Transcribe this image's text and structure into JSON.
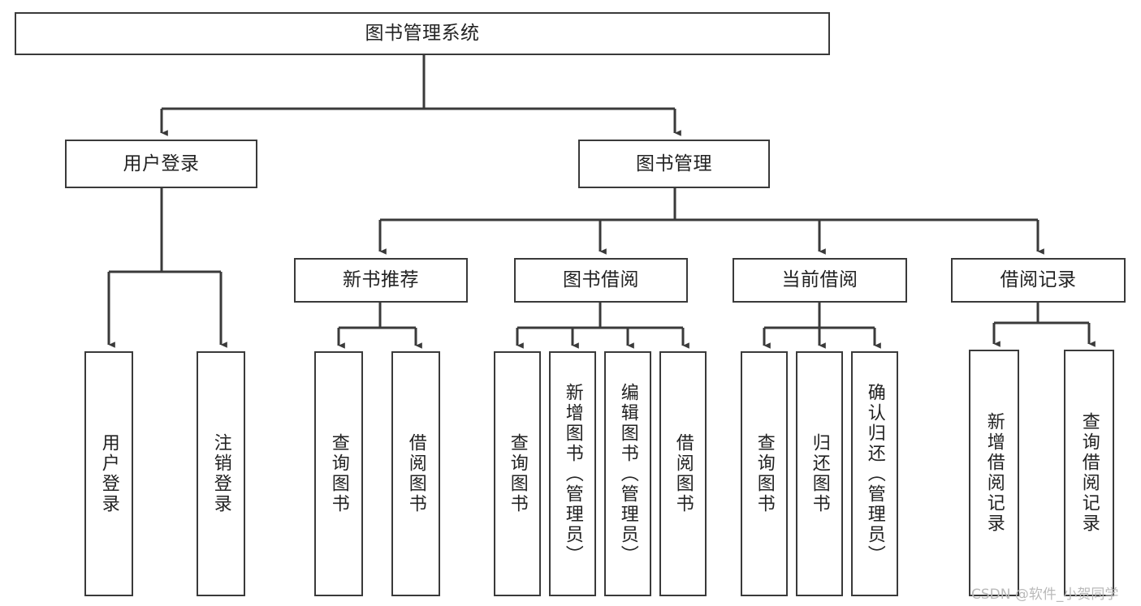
{
  "diagram": {
    "type": "hierarchy-tree",
    "title": "图书管理系统",
    "watermark": "CSDN @软件_小贺同学",
    "colors": {
      "box_border": "#3a3a3a",
      "box_fill": "#ffffff",
      "connector": "#3a3a3a",
      "text": "#222222",
      "watermark": "#b9b9b9",
      "background": "#ffffff"
    },
    "levels": {
      "root": "图书管理系统",
      "level2": [
        "用户登录",
        "图书管理"
      ],
      "level3": [
        "新书推荐",
        "图书借阅",
        "当前借阅",
        "借阅记录"
      ]
    },
    "nodes": {
      "root": {
        "label": "图书管理系统"
      },
      "user_login": {
        "label": "用户登录"
      },
      "book_manage": {
        "label": "图书管理"
      },
      "new_book_rec": {
        "label": "新书推荐"
      },
      "book_borrow": {
        "label": "图书借阅"
      },
      "current_borrow": {
        "label": "当前借阅"
      },
      "borrow_record": {
        "label": "借阅记录"
      },
      "leaf_user_login": {
        "label": "用户登录"
      },
      "leaf_logout": {
        "label": "注销登录"
      },
      "leaf_query_book_1": {
        "label": "查询图书"
      },
      "leaf_borrow_book_1": {
        "label": "借阅图书"
      },
      "leaf_query_book_2": {
        "label": "查询图书"
      },
      "leaf_add_book_admin": {
        "label": "新增图书（管理员）"
      },
      "leaf_edit_book_admin": {
        "label": "编辑图书（管理员）"
      },
      "leaf_borrow_book_2": {
        "label": "借阅图书"
      },
      "leaf_query_book_3": {
        "label": "查询图书"
      },
      "leaf_return_book": {
        "label": "归还图书"
      },
      "leaf_confirm_return_admin": {
        "label": "确认归还（管理员）"
      },
      "leaf_add_record": {
        "label": "新增借阅记录"
      },
      "leaf_query_record": {
        "label": "查询借阅记录"
      }
    },
    "tree": [
      {
        "label": "图书管理系统",
        "children": [
          {
            "label": "用户登录",
            "children": [
              {
                "label": "用户登录"
              },
              {
                "label": "注销登录"
              }
            ]
          },
          {
            "label": "图书管理",
            "children": [
              {
                "label": "新书推荐",
                "children": [
                  {
                    "label": "查询图书"
                  },
                  {
                    "label": "借阅图书"
                  }
                ]
              },
              {
                "label": "图书借阅",
                "children": [
                  {
                    "label": "查询图书"
                  },
                  {
                    "label": "新增图书（管理员）"
                  },
                  {
                    "label": "编辑图书（管理员）"
                  },
                  {
                    "label": "借阅图书"
                  }
                ]
              },
              {
                "label": "当前借阅",
                "children": [
                  {
                    "label": "查询图书"
                  },
                  {
                    "label": "归还图书"
                  },
                  {
                    "label": "确认归还（管理员）"
                  }
                ]
              },
              {
                "label": "借阅记录",
                "children": [
                  {
                    "label": "新增借阅记录"
                  },
                  {
                    "label": "查询借阅记录"
                  }
                ]
              }
            ]
          }
        ]
      }
    ]
  }
}
